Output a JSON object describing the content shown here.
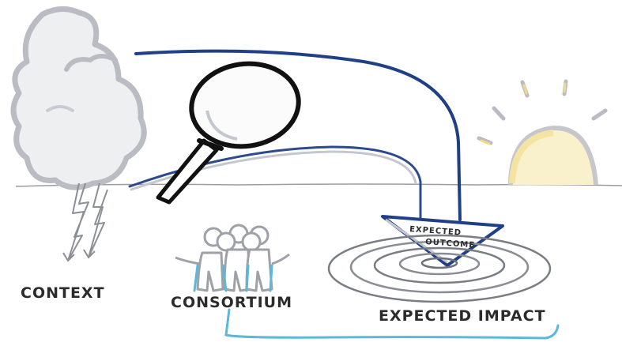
{
  "labels": {
    "context": "CONTEXT",
    "consortium": "CONSORTIUM",
    "expected_outcome_line1": "EXPECTED",
    "expected_outcome_line2": "OUTCOME",
    "expected_impact": "EXPECTED IMPACT"
  },
  "colors": {
    "arrow_blue": "#1f3f86",
    "link_cyan": "#5bb8d8",
    "cloud_gray": "#b9bcc2",
    "sun_yellow": "#f4e3a1",
    "outline_dark": "#1a1a1a",
    "ripple_gray": "#7a7d84"
  },
  "icons": [
    "cloud-icon",
    "lightning-icon",
    "magnifier-icon",
    "people-icon",
    "sun-icon",
    "target-icon"
  ]
}
